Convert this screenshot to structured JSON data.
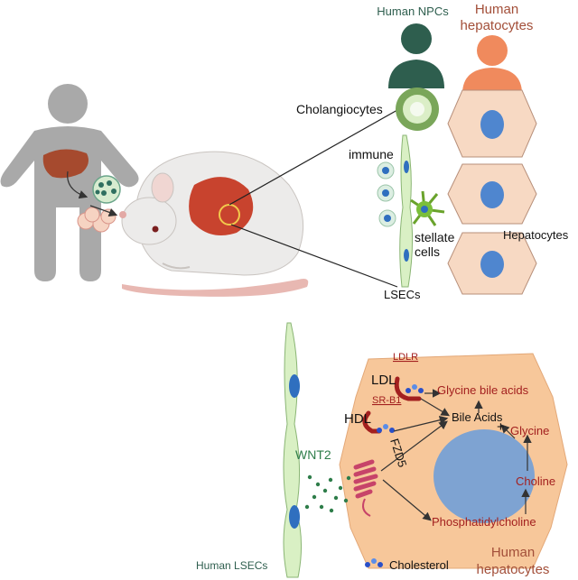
{
  "labels": {
    "human_npcs": "Human NPCs",
    "human_hepatocytes_top_1": "Human",
    "human_hepatocytes_top_2": "hepatocytes",
    "cholangiocytes": "Cholangiocytes",
    "immune": "immune",
    "stellate_1": "stellate",
    "stellate_2": "cells",
    "hepatocytes": "Hepatocytes",
    "lsecs": "LSECs",
    "ldlr": "LDLR",
    "ldl": "LDL",
    "sr_b1": "SR-B1",
    "hdl": "HDL",
    "glycine_bile_acids": "Glycine bile acids",
    "bile_acids": "Bile Acids",
    "plus": "+",
    "glycine": "Glycine",
    "choline": "Choline",
    "phosphatidylcholine": "Phosphatidylcholine",
    "fzd5": "FZD5",
    "wnt2": "WNT2",
    "human_lsecs": "Human LSECs",
    "cholesterol": "Cholesterol",
    "human_hepatocytes_bottom_1": "Human",
    "human_hepatocytes_bottom_2": "hepatocytes"
  },
  "colors": {
    "npc_green": "#2e5e4e",
    "hepatocyte_orange": "#f08a5d",
    "red_label": "#a3201f",
    "lsec_green": "#d9f0c4",
    "nucleus_blue": "#2f6fbf",
    "hep_cell": "#f7c79a"
  }
}
